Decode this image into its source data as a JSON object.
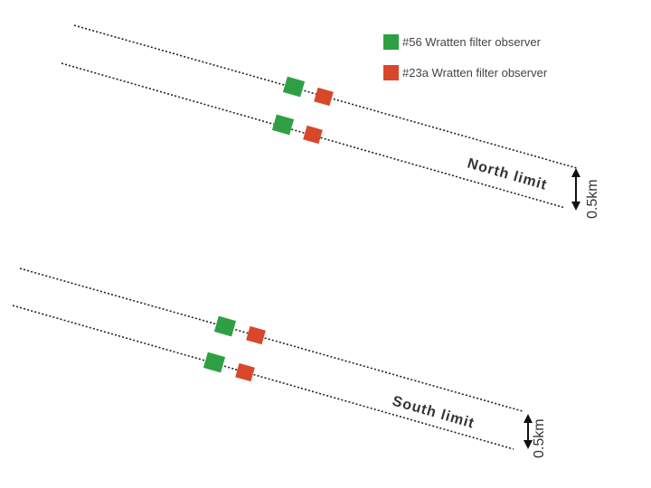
{
  "legend": {
    "items": [
      {
        "label": "#56 Wratten filter observer",
        "color": "#2ea043"
      },
      {
        "label": "#23a Wratten filter observer",
        "color": "#d9472b"
      }
    ]
  },
  "labels": {
    "north": "North limit",
    "south": "South limit",
    "scale_top": "0.5km",
    "scale_bottom": "0.5km"
  },
  "colors": {
    "green": "#2ea043",
    "red": "#d9472b",
    "line": "#222222"
  }
}
